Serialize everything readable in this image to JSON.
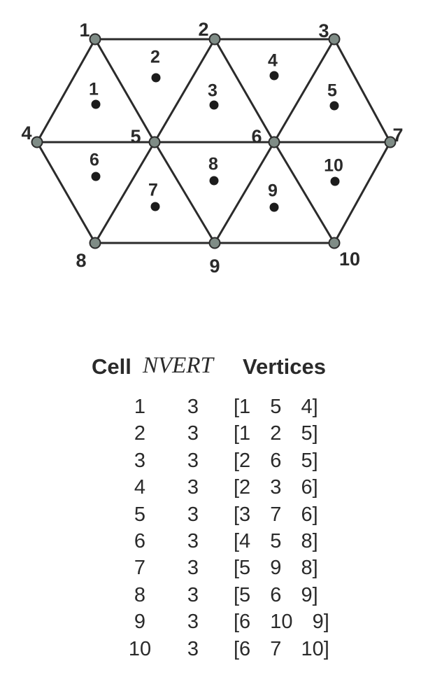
{
  "mesh": {
    "vertices": [
      {
        "id": 1,
        "label": "1"
      },
      {
        "id": 2,
        "label": "2"
      },
      {
        "id": 3,
        "label": "3"
      },
      {
        "id": 4,
        "label": "4"
      },
      {
        "id": 5,
        "label": "5"
      },
      {
        "id": 6,
        "label": "6"
      },
      {
        "id": 7,
        "label": "7"
      },
      {
        "id": 8,
        "label": "8"
      },
      {
        "id": 9,
        "label": "9"
      },
      {
        "id": 10,
        "label": "10"
      }
    ],
    "cells": [
      {
        "label": "1",
        "vertices": [
          1,
          5,
          4
        ]
      },
      {
        "label": "2",
        "vertices": [
          1,
          2,
          5
        ]
      },
      {
        "label": "3",
        "vertices": [
          2,
          6,
          5
        ]
      },
      {
        "label": "4",
        "vertices": [
          2,
          3,
          6
        ]
      },
      {
        "label": "5",
        "vertices": [
          3,
          7,
          6
        ]
      },
      {
        "label": "6",
        "vertices": [
          4,
          5,
          8
        ]
      },
      {
        "label": "7",
        "vertices": [
          5,
          9,
          8
        ]
      },
      {
        "label": "8",
        "vertices": [
          5,
          6,
          9
        ]
      },
      {
        "label": "9",
        "vertices": [
          6,
          10,
          9
        ]
      },
      {
        "label": "10",
        "vertices": [
          6,
          7,
          10
        ]
      }
    ]
  },
  "table": {
    "headers": {
      "cell": "Cell",
      "nvert": "NVERT",
      "vertices": "Vertices"
    },
    "rows": [
      {
        "cell": "1",
        "nvert": "3",
        "vertices": "[1  5  4]"
      },
      {
        "cell": "2",
        "nvert": "3",
        "vertices": "[1  2  5]"
      },
      {
        "cell": "3",
        "nvert": "3",
        "vertices": "[2  6  5]"
      },
      {
        "cell": "4",
        "nvert": "3",
        "vertices": "[2  3  6]"
      },
      {
        "cell": "5",
        "nvert": "3",
        "vertices": "[3  7  6]"
      },
      {
        "cell": "6",
        "nvert": "3",
        "vertices": "[4  5  8]"
      },
      {
        "cell": "7",
        "nvert": "3",
        "vertices": "[5  9  8]"
      },
      {
        "cell": "8",
        "nvert": "3",
        "vertices": "[5  6  9]"
      },
      {
        "cell": "9",
        "nvert": "3",
        "vertices": "[6  10  9]"
      },
      {
        "cell": "10",
        "nvert": "3",
        "vertices": "[6  7  10]"
      }
    ]
  }
}
